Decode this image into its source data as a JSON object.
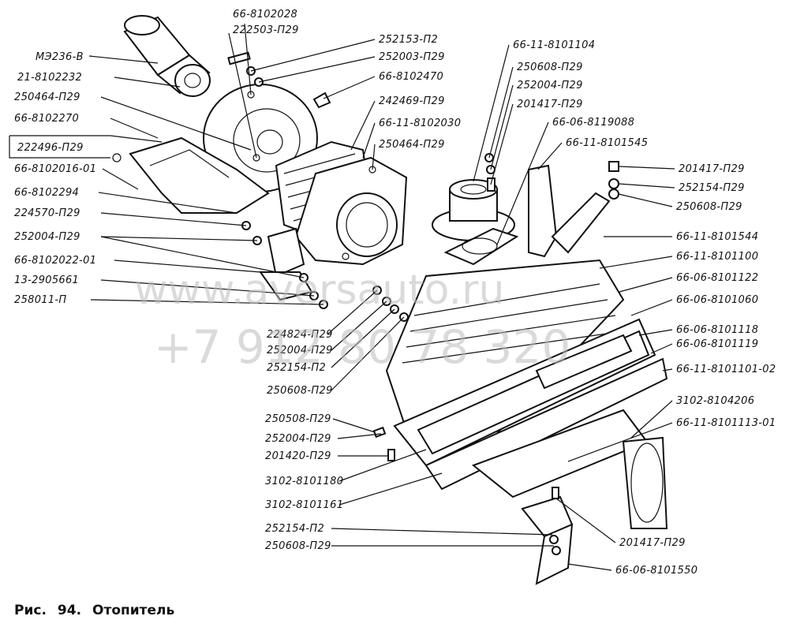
{
  "caption": {
    "prefix": "Рис.",
    "number": "94.",
    "title": "Отопитель"
  },
  "watermark": {
    "url": "www.aversauto.ru",
    "phone": "+7 912 80 78 320"
  },
  "labels": [
    "МЭ236-В",
    "21-8102232",
    "250464-П29",
    "66-8102270",
    "222496-П29",
    "66-8102016-01",
    "66-8102294",
    "224570-П29",
    "252004-П29",
    "66-8102022-01",
    "13-2905661",
    "258011-П",
    "66-8102028",
    "222503-П29",
    "252153-П2",
    "252003-П29",
    "66-8102470",
    "242469-П29",
    "66-11-8102030",
    "250464-П29",
    "224824-П29",
    "252004-П29",
    "252154-П2",
    "250608-П29",
    "250508-П29",
    "252004-П29",
    "201420-П29",
    "3102-8101180",
    "3102-8101161",
    "252154-П2",
    "250608-П29",
    "66-11-8101104",
    "250608-П29",
    "252004-П29",
    "201417-П29",
    "66-06-8119088",
    "66-11-8101545",
    "201417-П29",
    "252154-П29",
    "250608-П29",
    "66-11-8101544",
    "66-11-8101100",
    "66-06-8101122",
    "66-06-8101060",
    "66-06-8101118",
    "66-06-8101119",
    "66-11-8101101-02",
    "3102-8104206",
    "66-11-8101113-01",
    "201417-П29",
    "66-06-8101550"
  ]
}
